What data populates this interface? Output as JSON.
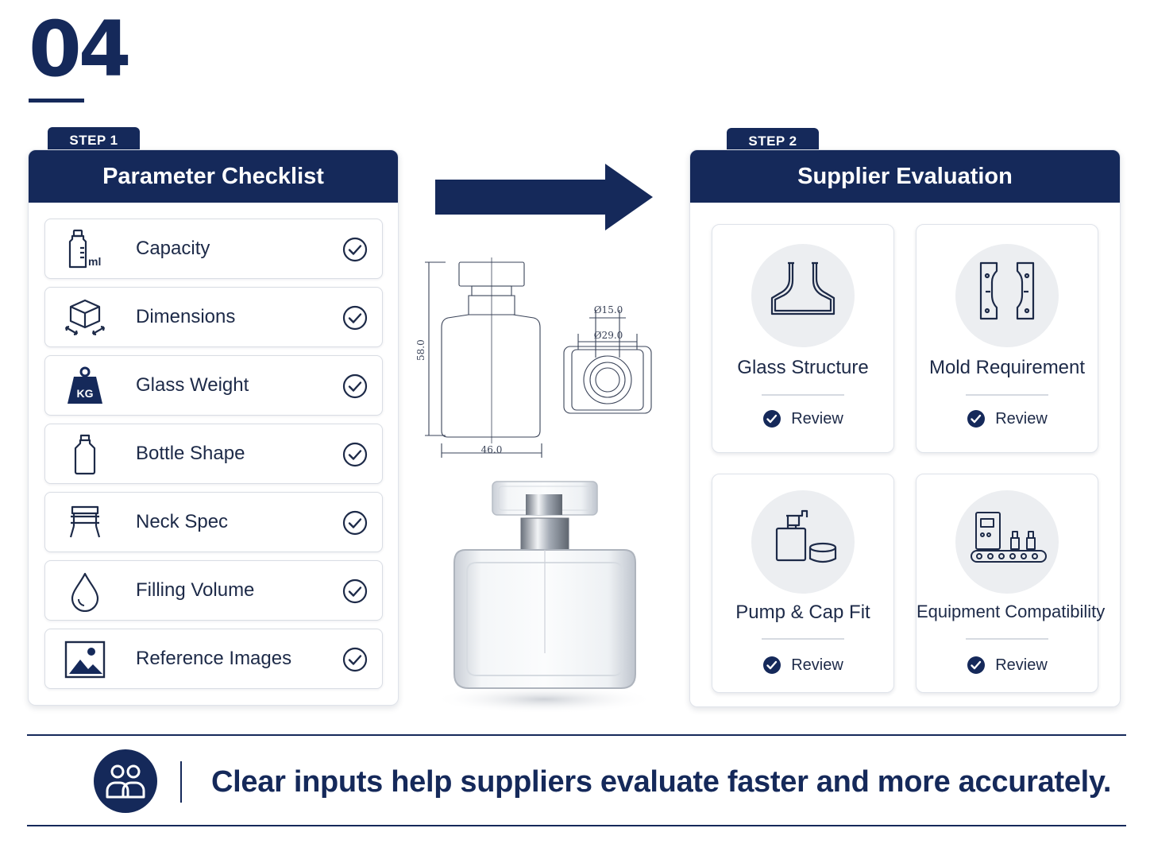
{
  "section_number": "04",
  "step1": {
    "tab": "STEP 1",
    "title": "Parameter Checklist",
    "items": [
      {
        "label": "Capacity",
        "icon": "bottle-ml-icon"
      },
      {
        "label": "Dimensions",
        "icon": "box-dimensions-icon"
      },
      {
        "label": "Glass Weight",
        "icon": "kg-weight-icon"
      },
      {
        "label": "Bottle Shape",
        "icon": "bottle-shape-icon"
      },
      {
        "label": "Neck Spec",
        "icon": "neck-spec-icon"
      },
      {
        "label": "Filling Volume",
        "icon": "droplet-icon"
      },
      {
        "label": "Reference Images",
        "icon": "image-icon"
      }
    ]
  },
  "drawing": {
    "height_dim": "58.0",
    "width_dim": "46.0",
    "inner_dia": "Ø15.0",
    "outer_dia": "Ø29.0"
  },
  "step2": {
    "tab": "STEP 2",
    "title": "Supplier Evaluation",
    "cards": [
      {
        "title": "Glass Structure",
        "status": "Review",
        "icon": "glass-structure-icon"
      },
      {
        "title": "Mold Requirement",
        "status": "Review",
        "icon": "mold-icon"
      },
      {
        "title": "Pump & Cap Fit",
        "status": "Review",
        "icon": "pump-cap-icon"
      },
      {
        "title": "Equipment Compatibility",
        "status": "Review",
        "icon": "conveyor-equipment-icon"
      }
    ]
  },
  "footer": {
    "message": "Clear inputs help suppliers evaluate faster and more accurately.",
    "icon": "people-icon"
  },
  "colors": {
    "navy": "#15295a",
    "card_border": "#dfe3ea",
    "icon_circle": "#eceef1"
  }
}
